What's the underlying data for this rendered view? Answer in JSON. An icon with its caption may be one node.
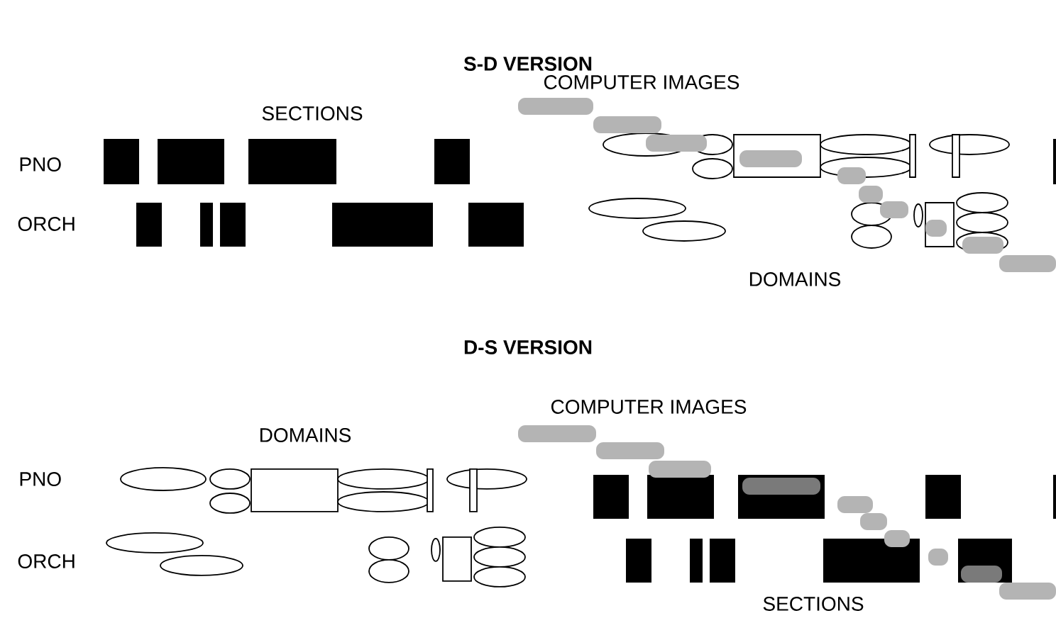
{
  "diagram": {
    "labels": [
      "S-D VERSION",
      "COMPUTER IMAGES",
      "SECTIONS",
      "PNO",
      "ORCH",
      "DOMAINS",
      "D-S VERSION",
      "COMPUTER IMAGES",
      "DOMAINS",
      "PNO",
      "ORCH",
      "SECTIONS"
    ]
  }
}
